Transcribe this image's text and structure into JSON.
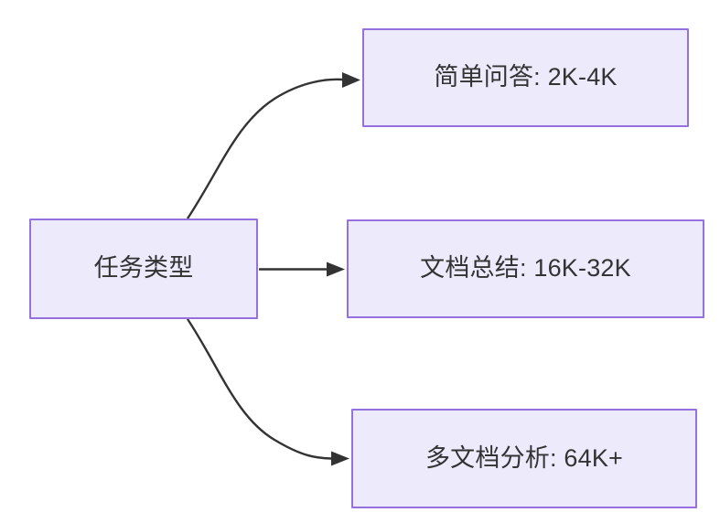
{
  "diagram": {
    "type": "flowchart",
    "direction": "left-to-right",
    "title_text": "",
    "colors": {
      "node_fill": "#ECEAFB",
      "node_border": "#9571E0",
      "node_text": "#333333",
      "edge_stroke": "#333333",
      "background": "#FFFFFF"
    },
    "source_node": {
      "id": "task-type",
      "label": "任务类型"
    },
    "target_nodes": [
      {
        "id": "simple-qa",
        "label": "简单问答: 2K-4K"
      },
      {
        "id": "doc-summary",
        "label": "文档总结: 16K-32K"
      },
      {
        "id": "multi-doc-analysis",
        "label": "多文档分析: 64K+"
      }
    ],
    "edges": [
      {
        "from": "task-type",
        "to": "simple-qa",
        "label": "",
        "style": "curved-arrow"
      },
      {
        "from": "task-type",
        "to": "doc-summary",
        "label": "",
        "style": "straight-arrow"
      },
      {
        "from": "task-type",
        "to": "multi-doc-analysis",
        "label": "",
        "style": "curved-arrow"
      }
    ]
  }
}
